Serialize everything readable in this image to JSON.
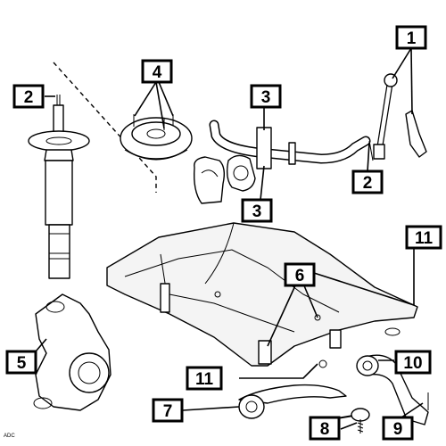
{
  "callouts": [
    {
      "id": "c1a",
      "label": "1"
    },
    {
      "id": "c2a",
      "label": "2"
    },
    {
      "id": "c2b",
      "label": "2"
    },
    {
      "id": "c3a",
      "label": "3"
    },
    {
      "id": "c3b",
      "label": "3"
    },
    {
      "id": "c4",
      "label": "4"
    },
    {
      "id": "c5",
      "label": "5"
    },
    {
      "id": "c6",
      "label": "6"
    },
    {
      "id": "c7",
      "label": "7"
    },
    {
      "id": "c8",
      "label": "8"
    },
    {
      "id": "c9",
      "label": "9"
    },
    {
      "id": "c10",
      "label": "10"
    },
    {
      "id": "c11a",
      "label": "11"
    },
    {
      "id": "c11b",
      "label": "11"
    }
  ],
  "credit": "ADC"
}
